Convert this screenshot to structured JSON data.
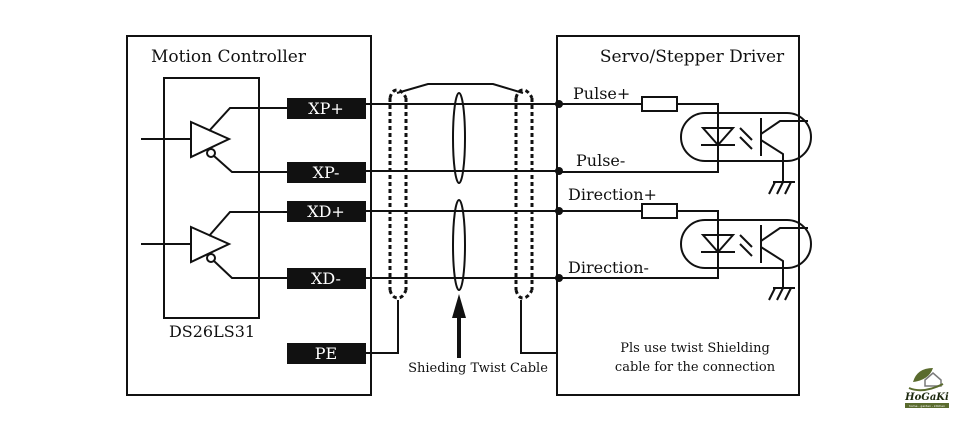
{
  "diagram": {
    "controller": {
      "title": "Motion Controller",
      "chip_label": "DS26LS31",
      "pins": [
        "XP+",
        "XP-",
        "XD+",
        "XD-",
        "PE"
      ]
    },
    "cable": {
      "label": "Shieding Twist Cable"
    },
    "driver": {
      "title": "Servo/Stepper Driver",
      "signals": [
        "Pulse+",
        "Pulse-",
        "Direction+",
        "Direction-"
      ],
      "note_line1": "Pls use twist Shielding",
      "note_line2": "cable for the connection"
    },
    "colors": {
      "line": "#111111",
      "pin_fill": "#111111",
      "pin_text": "#ffffff",
      "background": "#ffffff"
    }
  },
  "watermark": {
    "brand": "HoGaKi",
    "tagline": "home - garden - kitchen",
    "leaf_color": "#5a6b2e"
  }
}
